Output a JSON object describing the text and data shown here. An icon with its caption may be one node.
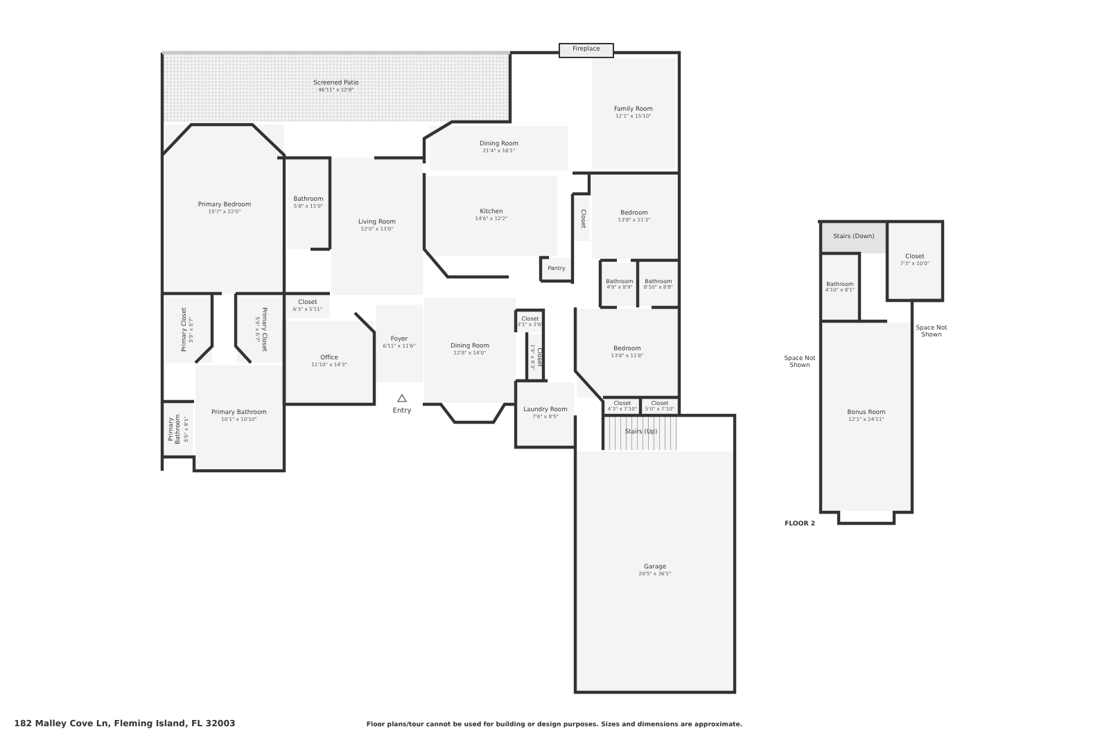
{
  "diagram": {
    "nodes": [
      {
        "text": [
          "Screened Patio",
          "46'11\" x 12'8\""
        ]
      },
      {
        "text": [
          "Fireplace"
        ]
      },
      {
        "text": [
          "Dining Room",
          "21'4\" x 16'1\""
        ]
      },
      {
        "text": [
          "Family Room",
          "12'1\" x 15'10\""
        ]
      },
      {
        "text": [
          "Primary Bedroom",
          "15'7\" x 22'0\""
        ]
      },
      {
        "text": [
          "Bathroom",
          "5'8\" x 11'0\""
        ]
      },
      {
        "text": [
          "Living Room",
          "12'0\" x 13'0\""
        ]
      },
      {
        "text": [
          "Kitchen",
          "14'6\" x 12'2\""
        ]
      },
      {
        "text": [
          "Closet"
        ]
      },
      {
        "text": [
          "Pantry"
        ]
      },
      {
        "text": [
          "Bedroom",
          "13'8\" x 11'3\""
        ]
      },
      {
        "text": [
          "Bathroom",
          "4'9\" x 8'9\""
        ]
      },
      {
        "text": [
          "Bathroom",
          "8'10\" x 8'8\""
        ]
      },
      {
        "text": [
          "Primary Closet",
          "5'9\" x 6'7\""
        ]
      },
      {
        "text": [
          "Primary Closet",
          "5'9\" x 6'7\""
        ]
      },
      {
        "text": [
          "Closet",
          "6'3\" x 5'11\""
        ]
      },
      {
        "text": [
          "Office",
          "11'10\" x 14'3\""
        ]
      },
      {
        "text": [
          "Foyer",
          "6'11\" x 11'6\""
        ]
      },
      {
        "text": [
          "Primary Bathroom",
          "10'1\" x 10'10\""
        ]
      },
      {
        "text": [
          "Primary Bathroom",
          "5'6\" x 8'1\""
        ]
      },
      {
        "text": [
          "Dining Room",
          "12'8\" x 14'0\""
        ]
      },
      {
        "text": [
          "Closet",
          "3'1\" x 2'6\""
        ]
      },
      {
        "text": [
          "Closet",
          "1'9\" x 6'3\""
        ]
      },
      {
        "text": [
          "Bedroom",
          "13'8\" x 11'8\""
        ]
      },
      {
        "text": [
          "Laundry Room",
          "7'6\" x 8'5\""
        ]
      },
      {
        "text": [
          "Closet",
          "4'3\" x 7'10\""
        ]
      },
      {
        "text": [
          "Closet",
          "5'0\" x 7'10\""
        ]
      },
      {
        "text": [
          "Stairs (Up)"
        ]
      },
      {
        "text": [
          "Garage",
          "20'5\" x 36'1\""
        ]
      },
      {
        "text": [
          "Stairs (Down)"
        ]
      },
      {
        "text": [
          "Closet",
          "7'3\" x 10'0\""
        ]
      },
      {
        "text": [
          "Bathroom",
          "4'10\" x 8'1\""
        ]
      },
      {
        "text": [
          "Bonus Room",
          "12'1\" x 24'11\""
        ]
      }
    ],
    "labels": [
      "Entry",
      "Space Not Shown",
      "Space Not Shown",
      "FLOOR 2",
      "182 Malley Cove Ln, Fleming Island, FL 32003",
      "Floor plans/tour cannot be used for building or design purposes. Sizes and dimensions are approximate."
    ]
  }
}
